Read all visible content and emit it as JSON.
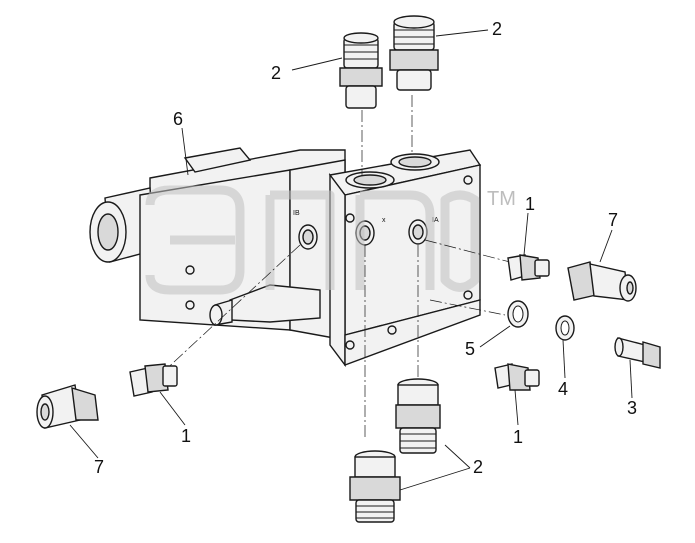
{
  "callouts": {
    "c2_top_left": "2",
    "c2_top_right": "2",
    "c6": "6",
    "c1_right": "1",
    "c7_right": "7",
    "c5": "5",
    "c4": "4",
    "c3": "3",
    "c1_bottom_right": "1",
    "c2_bottom": "2",
    "c1_left": "1",
    "c7_left": "7"
  },
  "watermark": {
    "tm": "TM"
  },
  "port_marks": {
    "port_a": "x",
    "port_b": "IB",
    "port_c": "IA"
  },
  "colors": {
    "line": "#1a1a1a",
    "part_fill": "#f2f2f2",
    "watermark": "#bfbfbf"
  }
}
